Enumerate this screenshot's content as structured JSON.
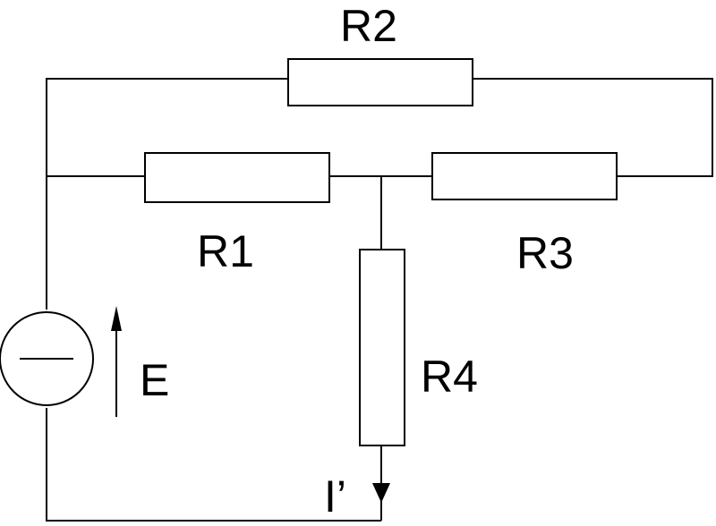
{
  "diagram": {
    "type": "electrical-circuit",
    "components": {
      "r1": {
        "label": "R1"
      },
      "r2": {
        "label": "R2"
      },
      "r3": {
        "label": "R3"
      },
      "r4": {
        "label": "R4"
      },
      "source": {
        "label": "E"
      },
      "current": {
        "label": "I’"
      }
    },
    "colors": {
      "stroke": "#000000",
      "background": "#ffffff"
    }
  }
}
